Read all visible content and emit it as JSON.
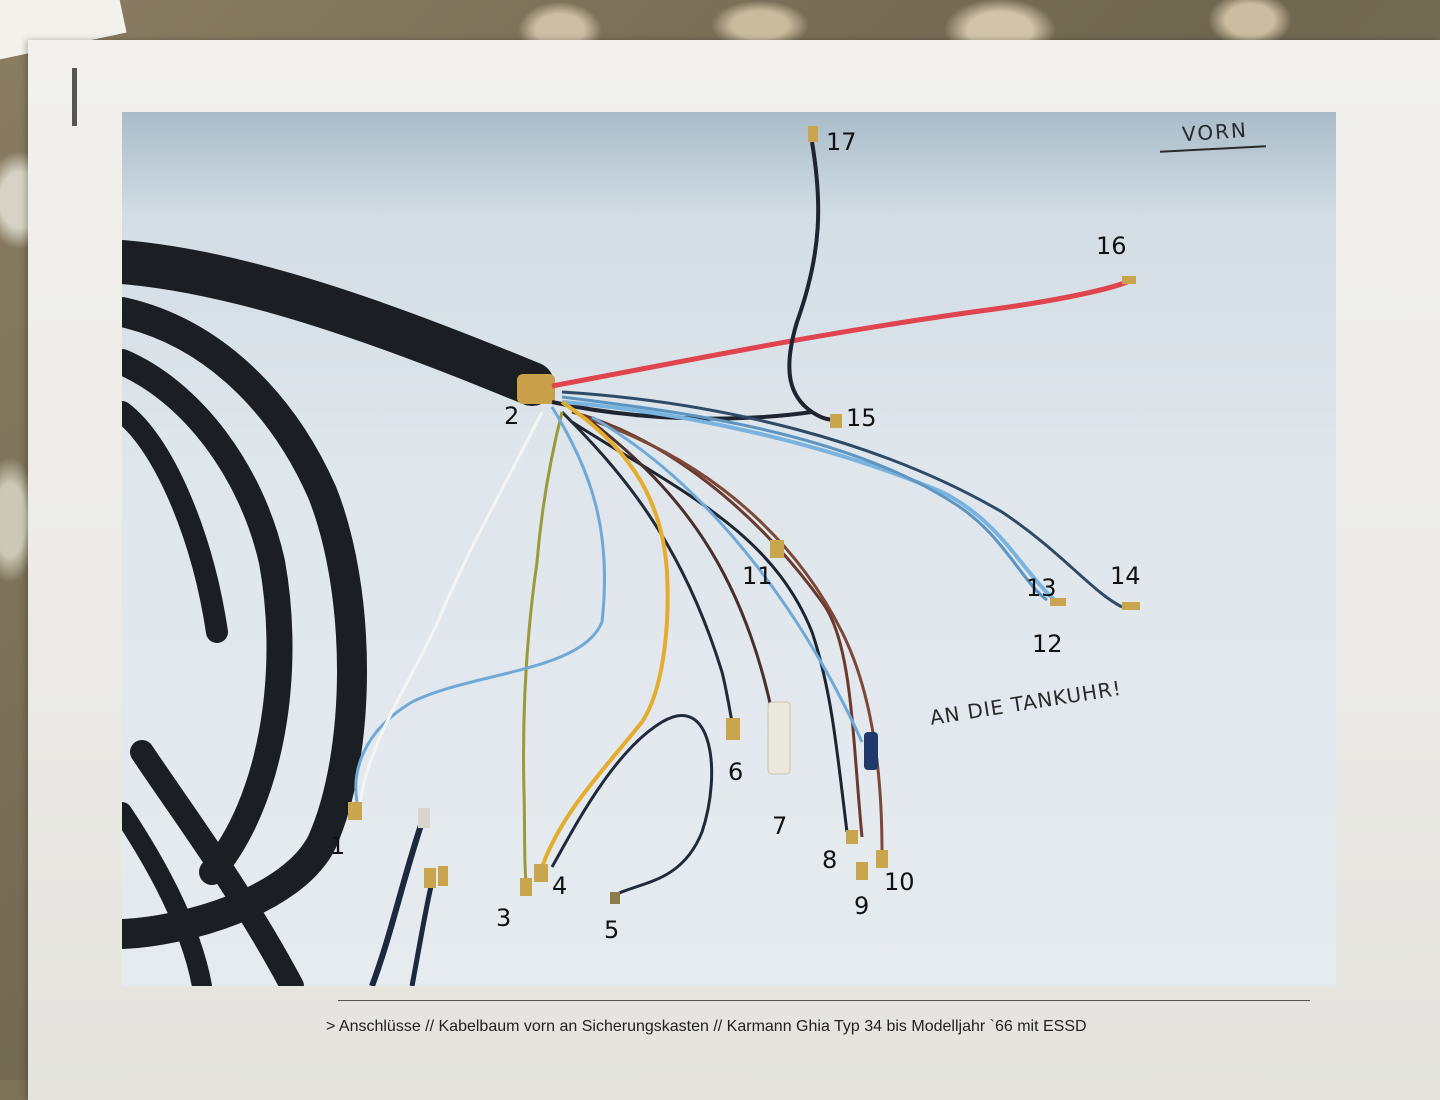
{
  "handwriting": {
    "front": "VORN",
    "fuel_gauge_note": "AN DIE TANKUHR!"
  },
  "caption": "> Anschlüsse // Kabelbaum vorn an Sicherungskasten // Karmann Ghia Typ 34  bis Modelljahr `66 mit ESSD",
  "terminal_labels": [
    "1",
    "2",
    "3",
    "4",
    "5",
    "6",
    "7",
    "8",
    "9",
    "10",
    "11",
    "12",
    "13",
    "14",
    "15",
    "16",
    "17"
  ],
  "colors": {
    "harness": "#1b1e22",
    "red_wire": "#e0444e",
    "blue_wire": "#6fa9d8",
    "yellow_wire": "#e5ad2e",
    "brown_wire": "#6b3a2e",
    "green_wire": "#9a9a3a"
  }
}
